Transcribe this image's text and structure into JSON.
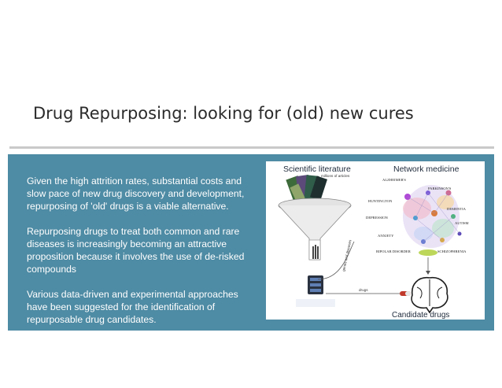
{
  "slide": {
    "title": "Drug Repurposing: looking for (old) new cures"
  },
  "panel": {
    "background": "#4e8ba4",
    "paragraphs": [
      "Given the high attrition rates, substantial costs and slow pace of new drug discovery and development, repurposing of 'old' drugs is a viable alternative.",
      "Repurposing drugs to treat both common and rare diseases is increasingly becoming an attractive proposition because it involves the use of de-risked compounds",
      "Various data-driven and experimental approaches have been suggested for the identification of repurposable drug candidates."
    ]
  },
  "figure": {
    "left_heading": "Scientific literature",
    "right_heading": "Network medicine",
    "articles_label": "millions of articles",
    "funnel_label": "genes and diseases",
    "drugs_label": "drugs",
    "bottom_caption": "Candidate drugs",
    "diseases": [
      "ALZHEIMER'S",
      "PARKINSON'S",
      "HUNTINGTON",
      "DEMENTIA",
      "DEPRESSION",
      "AUTISM",
      "ANXIETY",
      "BIPOLAR DISORDER",
      "SCHIZOPHRENIA"
    ]
  }
}
